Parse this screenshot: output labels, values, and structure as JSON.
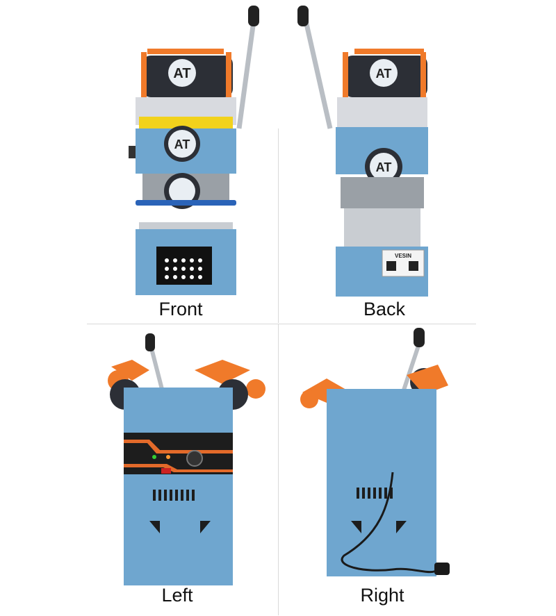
{
  "captions": {
    "front": "Front",
    "back": "Back",
    "left": "Left",
    "right": "Right"
  },
  "label_text": {
    "film_logo": "AT",
    "back_brand": "VESIN"
  },
  "colors": {
    "body_blue": "#6fa6cf",
    "body_blue_dark": "#4e87b2",
    "spool_orange": "#f07a2a",
    "panel_black": "#1d1d1d",
    "panel_orange": "#e36a2a",
    "chrome": "#c9cdd2",
    "film_dark": "#2c2f36"
  }
}
